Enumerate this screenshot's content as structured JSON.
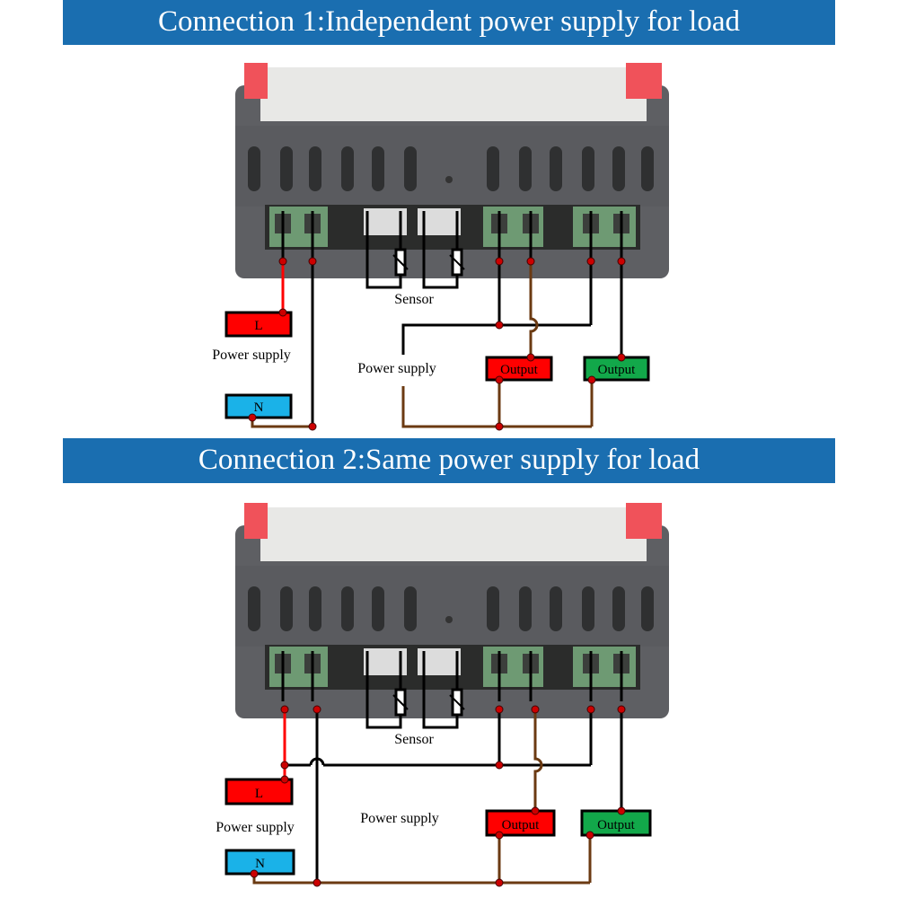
{
  "colors": {
    "banner": "#1a6eb0",
    "live": "#ff0000",
    "neutral": "#1ab2e8",
    "output_red": "#ff0000",
    "output_green": "#12a84a",
    "load_wire": "#6b3a12",
    "wire": "#000000",
    "node": "#cc0000"
  },
  "sections": [
    {
      "title": "Connection 1:Independent power supply for load",
      "sensor_label": "Sensor",
      "L_label": "L",
      "N_label": "N",
      "supply_label_left": "Power supply",
      "supply_label_load": "Power supply",
      "output1_label": "Output",
      "output2_label": "Output"
    },
    {
      "title": "Connection 2:Same power supply for load",
      "sensor_label": "Sensor",
      "L_label": "L",
      "N_label": "N",
      "supply_label_left": "Power supply",
      "supply_label_load": "Power supply",
      "output1_label": "Output",
      "output2_label": "Output"
    }
  ]
}
